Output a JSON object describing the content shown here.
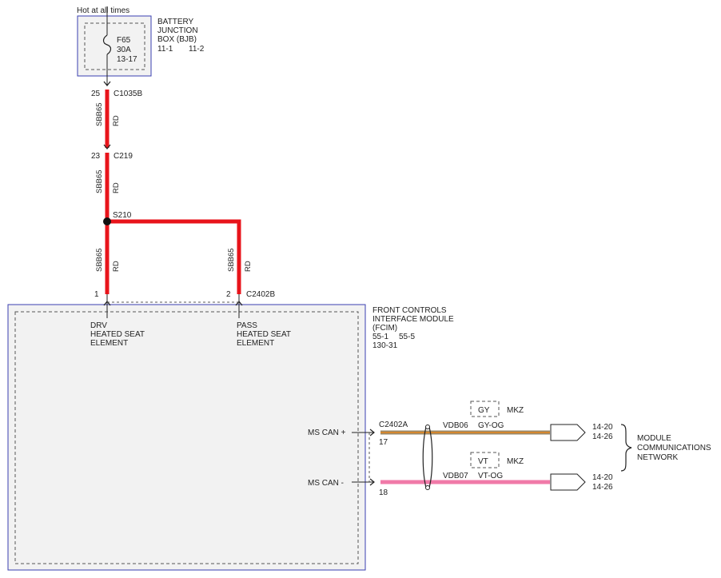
{
  "colors": {
    "wire_power": "#e8141b",
    "wire_can_high": "#9a8a6a",
    "wire_can_high_stripe": "#e8841b",
    "wire_can_low": "#f07aa8",
    "module_border": "#3a3fb0",
    "module_fill": "#f2f2f2"
  },
  "power_source": {
    "label": "Hot at all times"
  },
  "bjb": {
    "name_line1": "BATTERY",
    "name_line2": "JUNCTION",
    "name_line3": "BOX (BJB)",
    "ref_a": "11-1",
    "ref_b": "11-2",
    "fuse_id": "F65",
    "fuse_rating": "30A",
    "fuse_ref": "13-17"
  },
  "connector_c1035b": {
    "pin": "25",
    "name": "C1035B"
  },
  "wire_1": {
    "circuit": "SBB65",
    "color_code": "RD"
  },
  "connector_c219": {
    "pin": "23",
    "name": "C219"
  },
  "wire_2": {
    "circuit": "SBB65",
    "color_code": "RD"
  },
  "splice": {
    "name": "S210"
  },
  "wire_3": {
    "circuit": "SBB65",
    "color_code": "RD"
  },
  "wire_4": {
    "circuit": "SBB65",
    "color_code": "RD"
  },
  "connector_c2402b": {
    "pin_a": "1",
    "pin_b": "2",
    "name": "C2402B"
  },
  "fcim": {
    "name_line1": "FRONT CONTROLS",
    "name_line2": "INTERFACE MODULE",
    "name_line3": "(FCIM)",
    "ref_a": "55-1",
    "ref_b": "55-5",
    "ref_c": "130-31",
    "drv_line1": "DRV",
    "drv_line2": "HEATED SEAT",
    "drv_line3": "ELEMENT",
    "pass_line1": "PASS",
    "pass_line2": "HEATED SEAT",
    "pass_line3": "ELEMENT",
    "ms_can_plus": "MS CAN +",
    "ms_can_minus": "MS CAN -"
  },
  "connector_c2402a": {
    "name": "C2402A",
    "pin_plus": "17",
    "pin_minus": "18"
  },
  "can_high": {
    "circuit": "VDB06",
    "color_code": "GY-OG",
    "option_color": "GY",
    "option_model": "MKZ",
    "ref_a": "14-20",
    "ref_b": "14-26"
  },
  "can_low": {
    "circuit": "VDB07",
    "color_code": "VT-OG",
    "option_color": "VT",
    "option_model": "MKZ",
    "ref_a": "14-20",
    "ref_b": "14-26"
  },
  "network": {
    "line1": "MODULE",
    "line2": "COMMUNICATIONS",
    "line3": "NETWORK"
  }
}
